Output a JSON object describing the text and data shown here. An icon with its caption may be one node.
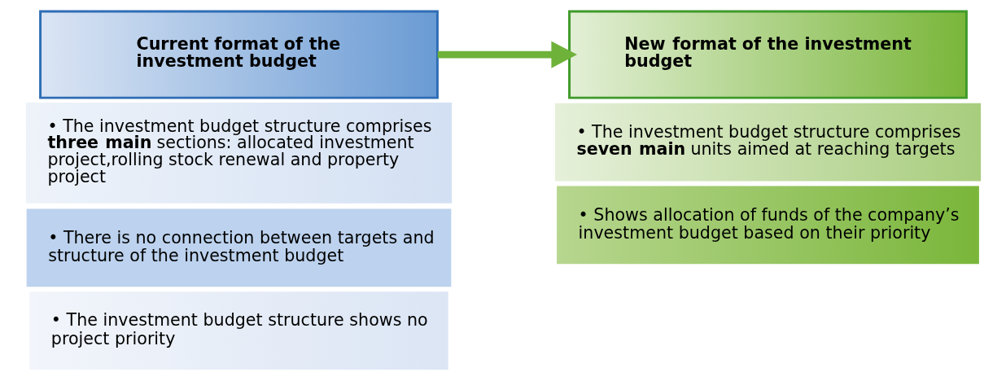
{
  "diagram": {
    "nodes": [
      {
        "text": [
          "Current format of the investment budget"
        ]
      },
      {
        "text": [
          "• The investment budget structure comprises **three main** sections: allocated investment project,rolling stock renewal and property project"
        ]
      },
      {
        "text": [
          "• There is no connection between targets and structure of the investment budget"
        ]
      },
      {
        "text": [
          "• The investment budget structure shows no project priority"
        ]
      },
      {
        "text": [
          "New format of the investment budget"
        ]
      },
      {
        "text": [
          "• The investment budget structure comprises **seven main** units aimed at reaching targets"
        ]
      },
      {
        "text": [
          "• Shows allocation of funds of the company’s investment budget based on their priority"
        ]
      }
    ],
    "edges": [
      {
        "from": 0,
        "to": 4,
        "arrow": "to"
      }
    ]
  }
}
